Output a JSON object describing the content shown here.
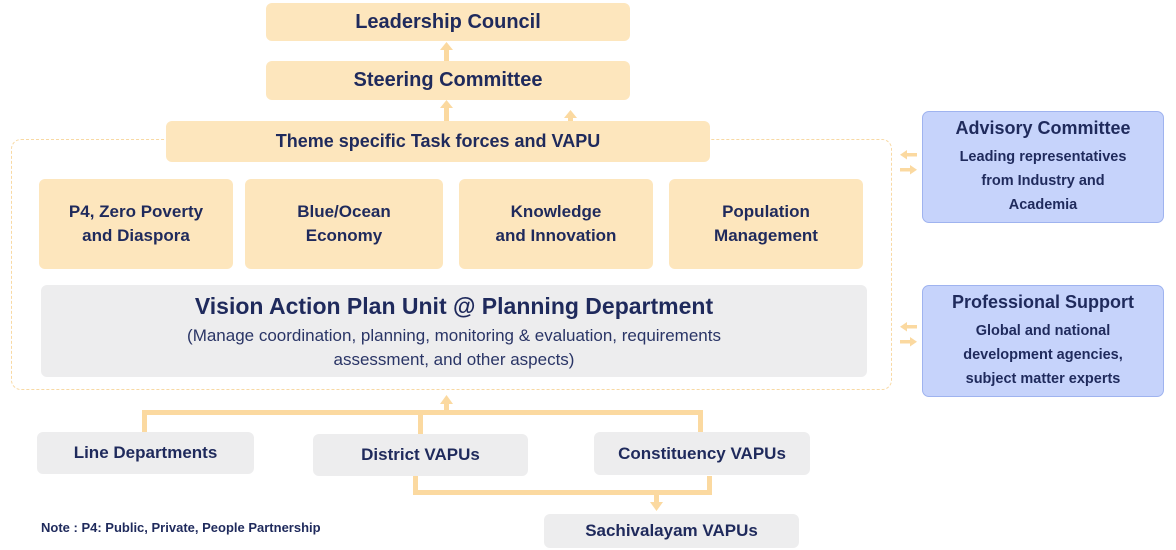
{
  "top": {
    "leadership": "Leadership Council",
    "steering": "Steering Committee",
    "taskforces": "Theme specific Task forces and VAPU"
  },
  "themes": [
    {
      "line1": "P4, Zero Poverty",
      "line2": "and Diaspora"
    },
    {
      "line1": "Blue/Ocean",
      "line2": "Economy"
    },
    {
      "line1": "Knowledge",
      "line2": "and Innovation"
    },
    {
      "line1": "Population",
      "line2": "Management"
    }
  ],
  "vapu": {
    "title": "Vision Action Plan Unit @ Planning Department",
    "desc_line1": "(Manage coordination, planning, monitoring & evaluation, requirements",
    "desc_line2": "assessment, and other aspects)"
  },
  "advisory": {
    "title": "Advisory Committee",
    "line1": "Leading representatives",
    "line2": "from Industry and",
    "line3": "Academia"
  },
  "professional": {
    "title": "Professional Support",
    "line1": "Global and national",
    "line2": "development agencies,",
    "line3": "subject matter experts"
  },
  "bottom": {
    "line_departments": "Line Departments",
    "district": "District VAPUs",
    "constituency": "Constituency VAPUs",
    "sachivalayam": "Sachivalayam VAPUs"
  },
  "note": "Note : P4: Public, Private, People Partnership",
  "colors": {
    "orange_box": "#fde6bd",
    "gray_box": "#ededee",
    "blue_box": "#c6d3fb",
    "connector": "#fbe0b0",
    "text": "#1f2a5c"
  }
}
